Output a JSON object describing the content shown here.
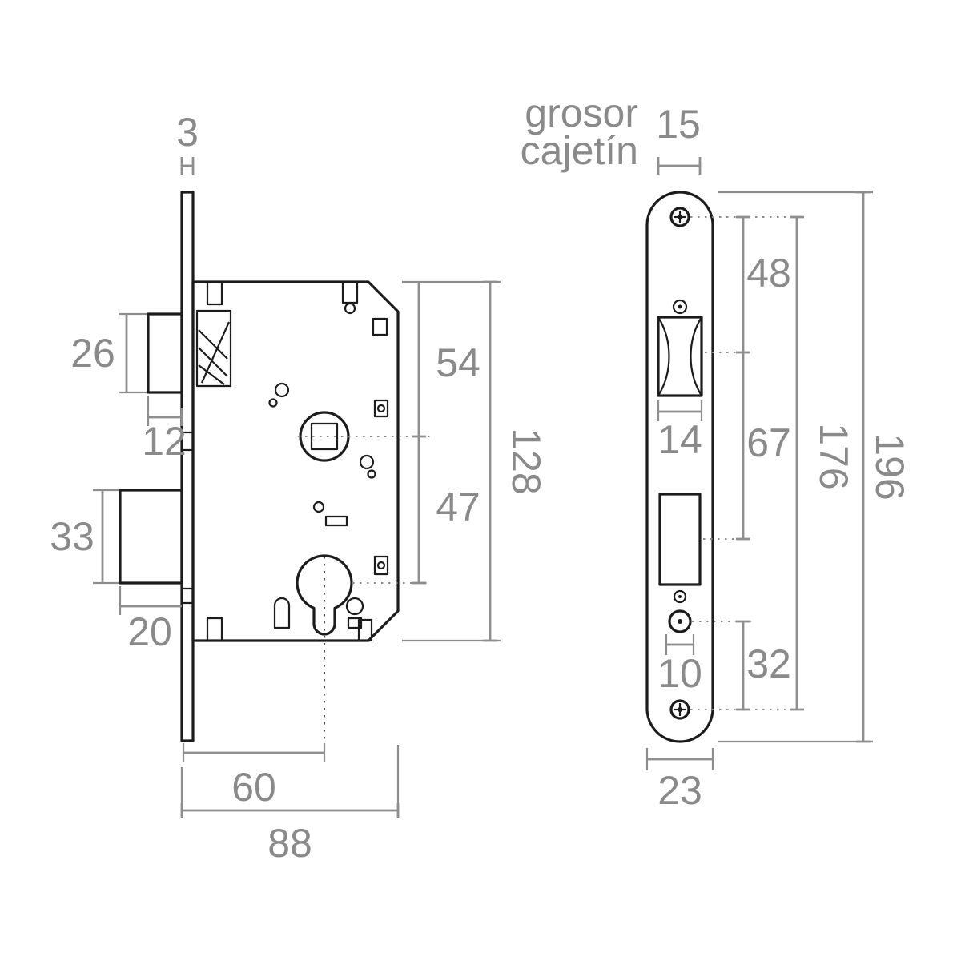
{
  "labels": {
    "grosor_line1": "grosor",
    "grosor_line2": "cajetín"
  },
  "side_view": {
    "faceplate_thickness": "3",
    "latch_height": "26",
    "latch_projection": "12",
    "deadbolt_height": "33",
    "deadbolt_projection": "20",
    "top_to_follower": "54",
    "follower_to_cylinder": "47",
    "case_height": "128",
    "backset": "60",
    "case_depth": "88"
  },
  "front_view": {
    "case_thickness": "15",
    "hole_to_latch": "48",
    "latch_width": "14",
    "latch_to_bolt": "67",
    "cylinder_hole": "10",
    "bolt_to_hole": "32",
    "hole_spacing": "176",
    "plate_height": "196",
    "plate_width": "23"
  },
  "colors": {
    "drawing": "#1c1c1c",
    "dimension": "#8e8e8e",
    "background": "#ffffff"
  }
}
